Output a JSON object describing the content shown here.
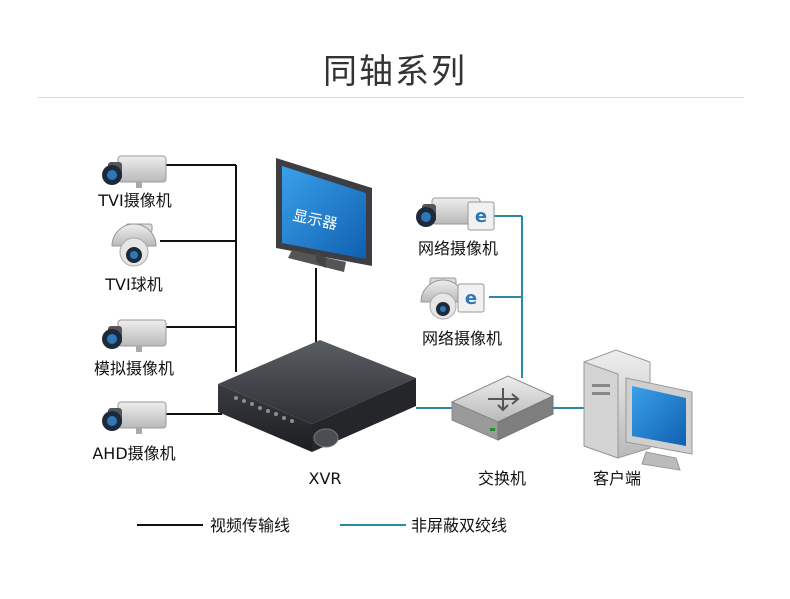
{
  "title": "同轴系列",
  "nodes": {
    "tvi_camera": "TVI摄像机",
    "tvi_dome": "TVI球机",
    "analog_camera": "模拟摄像机",
    "ahd_camera": "AHD摄像机",
    "monitor_screen": "显示器",
    "xvr": "XVR",
    "ip_camera_1": "网络摄像机",
    "ip_camera_2": "网络摄像机",
    "switch": "交换机",
    "client": "客户端"
  },
  "legend": {
    "video_line": "视频传输线",
    "network_line": "非屏蔽双绞线"
  },
  "colors": {
    "video_line": "#111111",
    "network_line": "#2a8ba0",
    "screen_blue": "#1f7fd1"
  }
}
